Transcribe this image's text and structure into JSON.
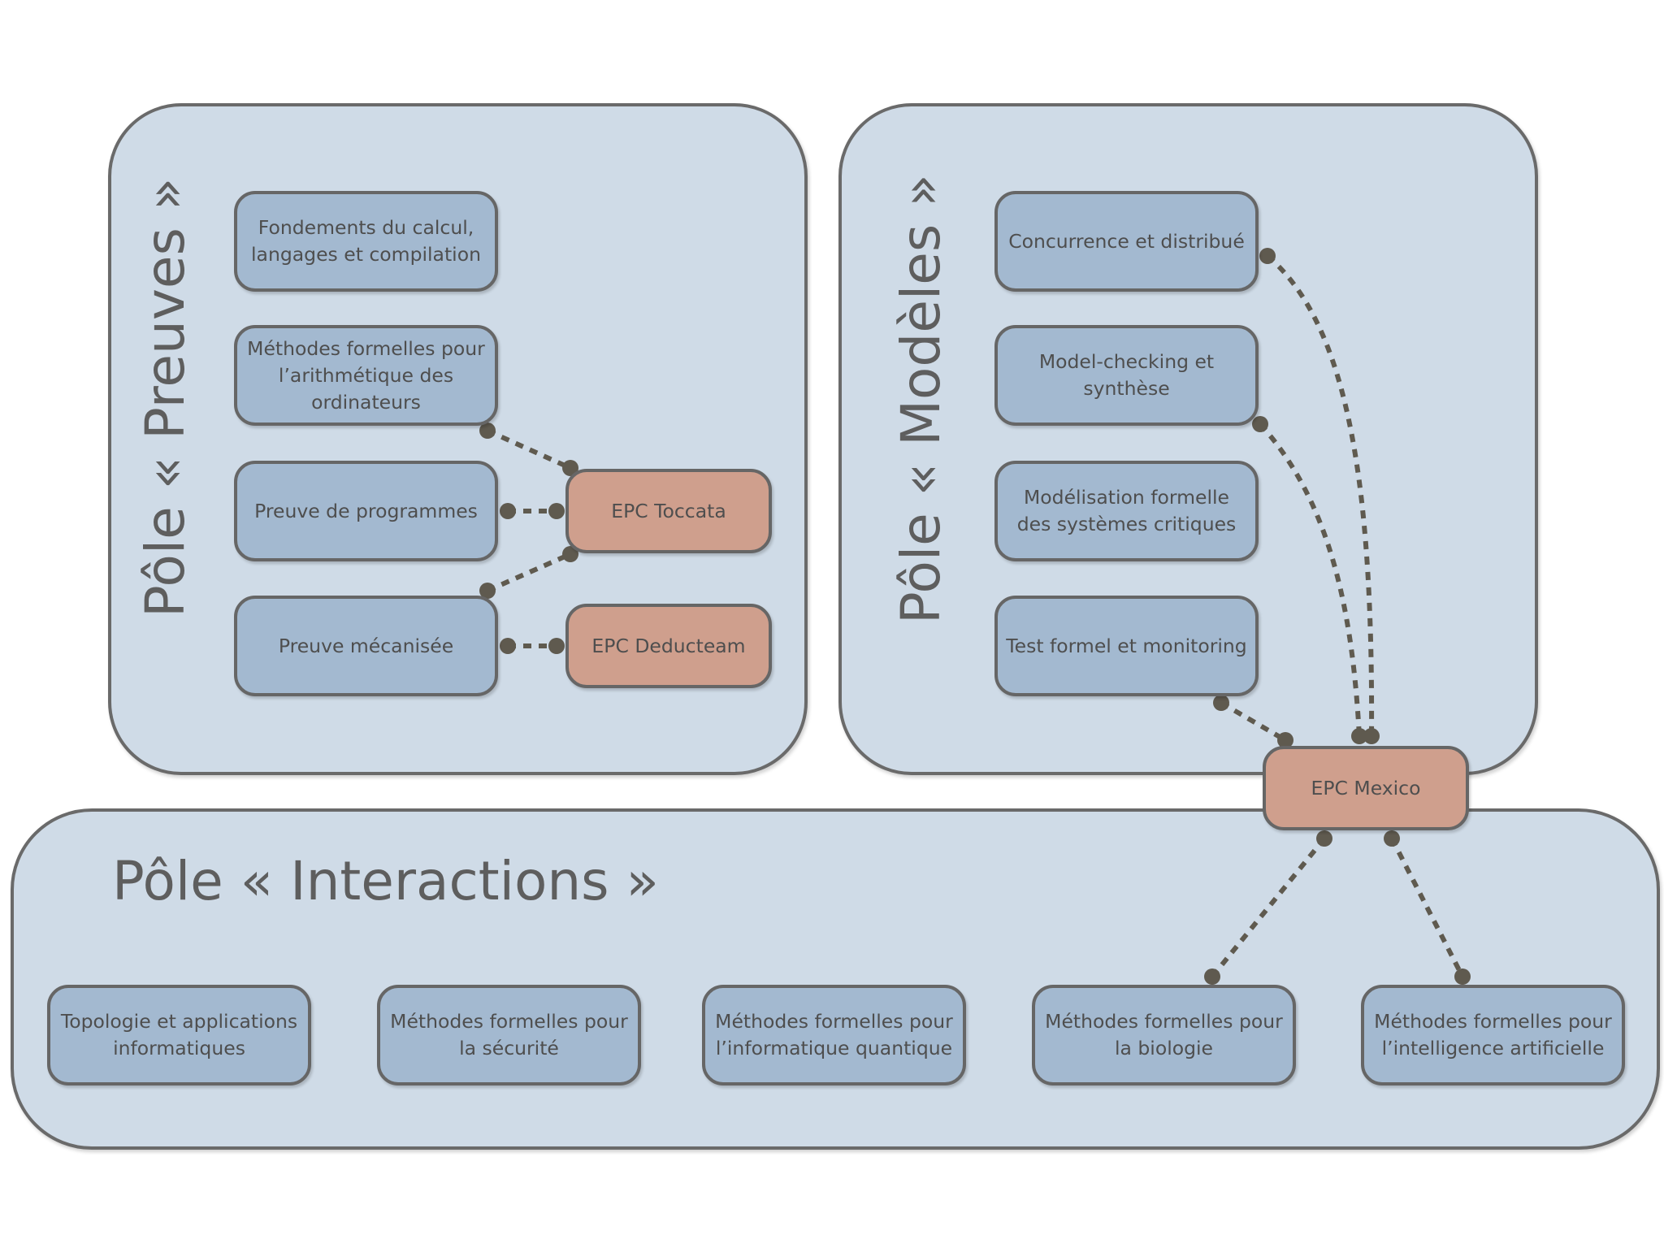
{
  "poles": {
    "preuves": {
      "title": "Pôle « Preuves »",
      "topics": [
        "Fondements du calcul, langages et compilation",
        "Méthodes formelles pour l’arithmétique des ordinateurs",
        "Preuve de programmes",
        "Preuve mécanisée"
      ],
      "epcs": [
        "EPC Toccata",
        "EPC Deducteam"
      ]
    },
    "modeles": {
      "title": "Pôle « Modèles »",
      "topics": [
        "Concurrence et distribué",
        "Model-checking et synthèse",
        "Modélisation formelle des systèmes critiques",
        "Test formel et monitoring"
      ],
      "epcs": [
        "EPC Mexico"
      ]
    },
    "interactions": {
      "title": "Pôle « Interactions »",
      "topics": [
        "Topologie et applications informatiques",
        "Méthodes formelles pour la sécurité",
        "Méthodes formelles pour l’informatique quantique",
        "Méthodes formelles pour la biologie",
        "Méthodes formelles pour l’intelligence artificielle"
      ]
    }
  },
  "colors": {
    "pole_fill": "#cfdbe7",
    "topic_fill": "#a3b9d0",
    "epc_fill": "#cf9f8d",
    "connector": "#5f5a4f",
    "border": "#666666"
  },
  "links": [
    {
      "from": "EPC Toccata",
      "to": "Méthodes formelles pour l’arithmétique des ordinateurs"
    },
    {
      "from": "EPC Toccata",
      "to": "Preuve de programmes"
    },
    {
      "from": "EPC Toccata",
      "to": "Preuve mécanisée"
    },
    {
      "from": "EPC Deducteam",
      "to": "Preuve mécanisée"
    },
    {
      "from": "EPC Mexico",
      "to": "Concurrence et distribué"
    },
    {
      "from": "EPC Mexico",
      "to": "Model-checking et synthèse"
    },
    {
      "from": "EPC Mexico",
      "to": "Test formel et monitoring"
    },
    {
      "from": "EPC Mexico",
      "to": "Méthodes formelles pour la biologie"
    },
    {
      "from": "EPC Mexico",
      "to": "Méthodes formelles pour l’intelligence artificielle"
    }
  ]
}
